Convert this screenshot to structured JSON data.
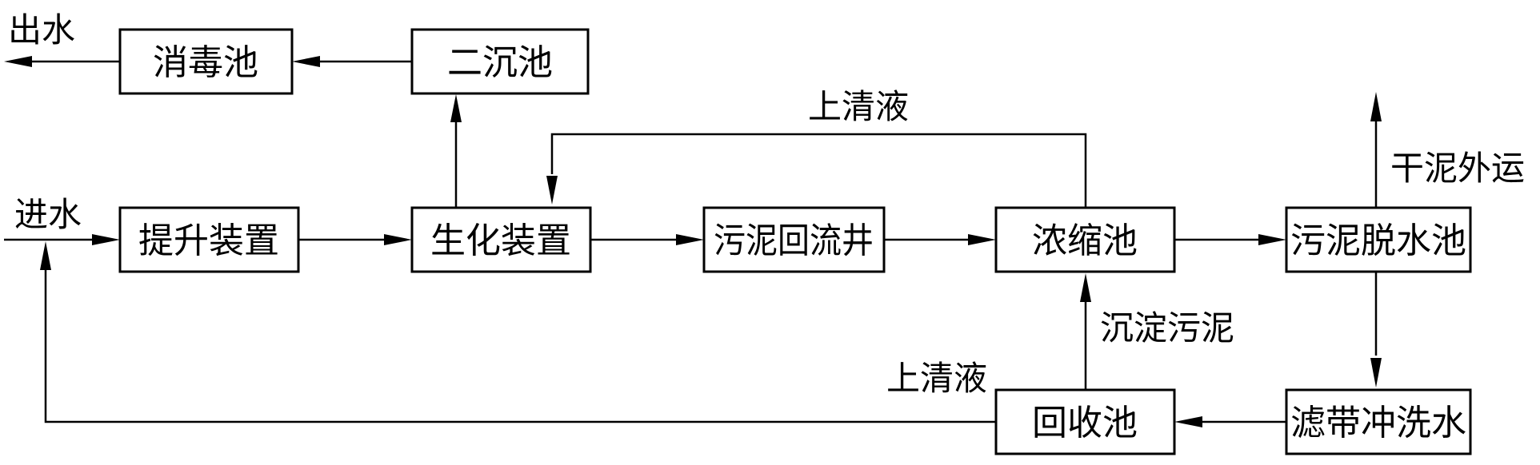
{
  "nodes": {
    "disinfection_tank": "消毒池",
    "secondary_clarifier": "二沉池",
    "lift_device": "提升装置",
    "biochemical_device": "生化装置",
    "sludge_return_well": "污泥回流井",
    "thickening_tank": "浓缩池",
    "sludge_dewatering_tank": "污泥脱水池",
    "recovery_tank": "回收池",
    "filter_belt_wash_water": "滤带冲洗水"
  },
  "labels": {
    "outlet_water": "出水",
    "inlet_water": "进水",
    "supernatant_top": "上清液",
    "dry_sludge_out": "干泥外运",
    "settled_sludge": "沉淀污泥",
    "supernatant_bottom": "上清液"
  }
}
